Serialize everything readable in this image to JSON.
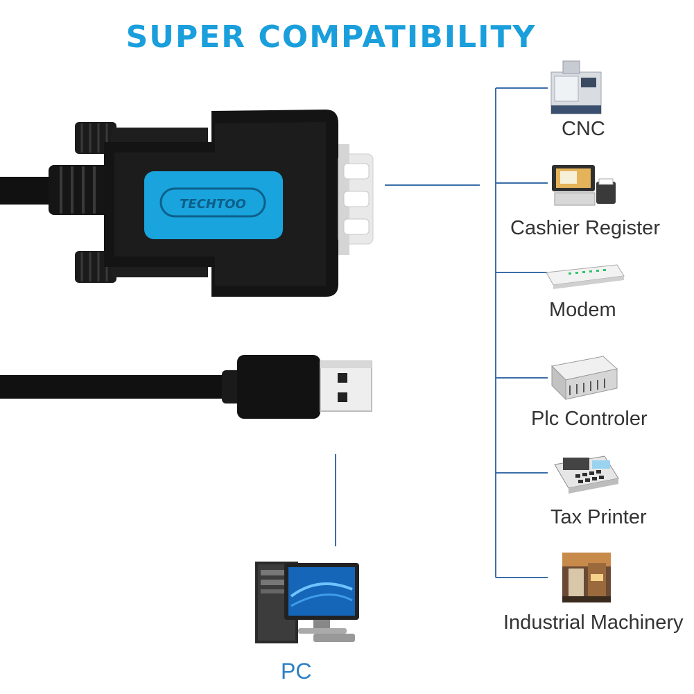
{
  "title": "SUPER COMPATIBILITY",
  "brand_text": "TECHTOO",
  "devices": [
    {
      "label": "CNC",
      "icon": "cnc-machine-icon"
    },
    {
      "label": "Cashier Register",
      "icon": "cash-register-icon"
    },
    {
      "label": "Modem",
      "icon": "modem-icon"
    },
    {
      "label": "Plc Controler",
      "icon": "plc-controller-icon"
    },
    {
      "label": "Tax Printer",
      "icon": "tax-printer-icon"
    },
    {
      "label": "Industrial Machinery",
      "icon": "industrial-machinery-icon"
    }
  ],
  "pc_label": "PC",
  "colors": {
    "title": "#1a9fdc",
    "connector_line": "#3a6ea8",
    "pc_label": "#2e7fc4",
    "connector_blue": "#19a4dd",
    "cable_black": "#111111"
  }
}
